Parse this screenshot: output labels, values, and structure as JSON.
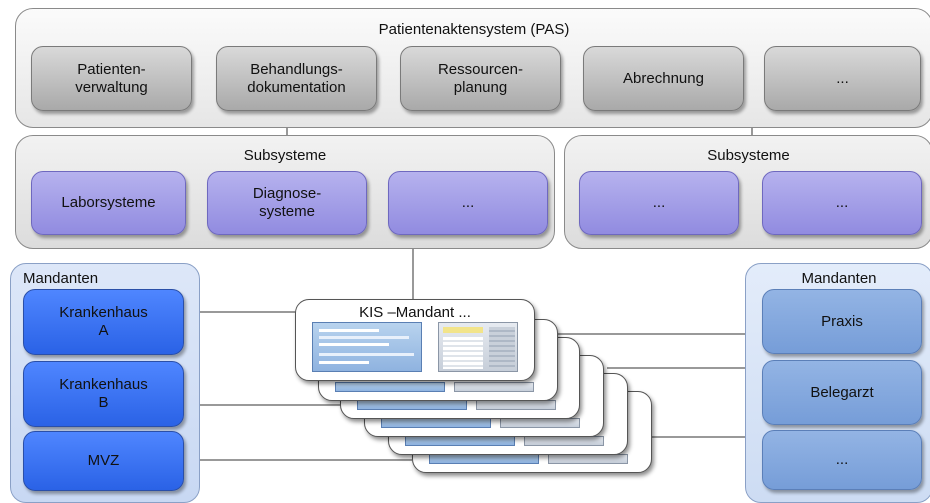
{
  "pas": {
    "title": "Patientenaktensystem (PAS)",
    "modules": [
      "Patienten-\nverwaltung",
      "Behandlungs-\ndokumentation",
      "Ressourcen-\nplanung",
      "Abrechnung",
      "..."
    ]
  },
  "subsysteme_left": {
    "title": "Subsysteme",
    "items": [
      "Laborsysteme",
      "Diagnose-\nsysteme",
      "..."
    ]
  },
  "subsysteme_right": {
    "title": "Subsysteme",
    "items": [
      "...",
      "..."
    ]
  },
  "mandanten_left": {
    "title": "Mandanten",
    "items": [
      "Krankenhaus\nA",
      "Krankenhaus\nB",
      "MVZ"
    ]
  },
  "mandanten_right": {
    "title": "Mandanten",
    "items": [
      "Praxis",
      "Belegarzt",
      "..."
    ]
  },
  "kis": {
    "title": "KIS –Mandant ..."
  },
  "colors": {
    "pas_module": "#a9a9a9",
    "subsystem": "#918be0",
    "mandant_left": "#2a62e6",
    "mandant_right": "#769dd8"
  }
}
